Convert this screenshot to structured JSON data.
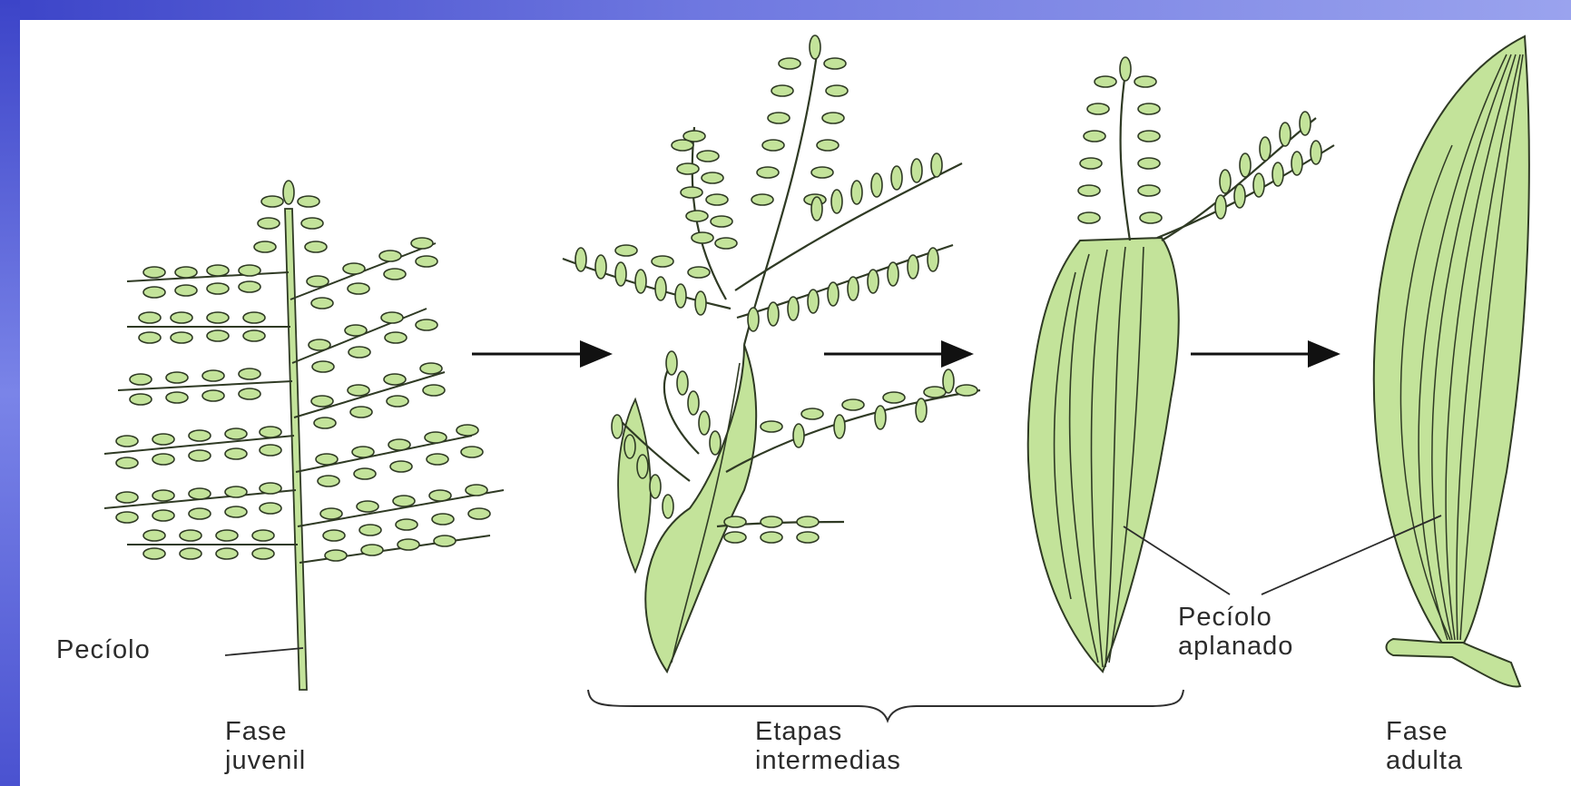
{
  "labels": {
    "peciolo": "Pecíolo",
    "peciolo_aplanado_1": "Pecíolo",
    "peciolo_aplanado_2": "aplanado",
    "fase_juvenil_1": "Fase",
    "fase_juvenil_2": "juvenil",
    "etapas_1": "Etapas",
    "etapas_2": "intermedias",
    "fase_adulta_1": "Fase",
    "fase_adulta_2": "adulta"
  },
  "colors": {
    "leaf_fill": "#c3e39a",
    "outline": "#2f3a24",
    "frame": "#4f58d6"
  }
}
